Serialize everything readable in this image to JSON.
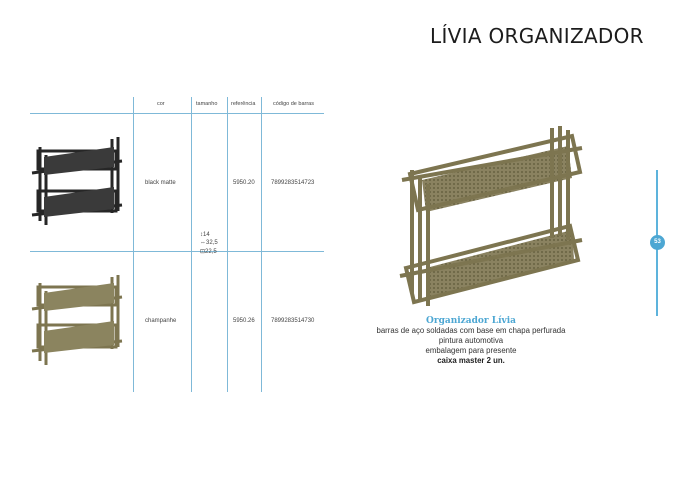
{
  "title": "LÍVIA ORGANIZADOR",
  "table": {
    "headers": {
      "cor": "cor",
      "tamanho": "tamanho",
      "referencia": "referência",
      "codigo": "código de barras"
    },
    "rows": [
      {
        "cor": "black matte",
        "referencia": "5950.20",
        "codigo": "7899283514723"
      },
      {
        "cor": "champanhe",
        "referencia": "5950.26",
        "codigo": "7899283514730"
      }
    ],
    "tamanho": [
      "↕14",
      "⇔32,5",
      "⊡22,5"
    ]
  },
  "description": {
    "name": "Organizador Lívia",
    "line1": "barras de aço soldadas com base em chapa perfurada",
    "line2": "pintura automotiva",
    "line3": "embalagem para presente",
    "line4": "caixa master 2 un."
  },
  "page_number": "53",
  "colors": {
    "accent": "#4da7d3",
    "rule": "#7fb9d8",
    "black": "#262626",
    "champagne": "#7d7550"
  }
}
